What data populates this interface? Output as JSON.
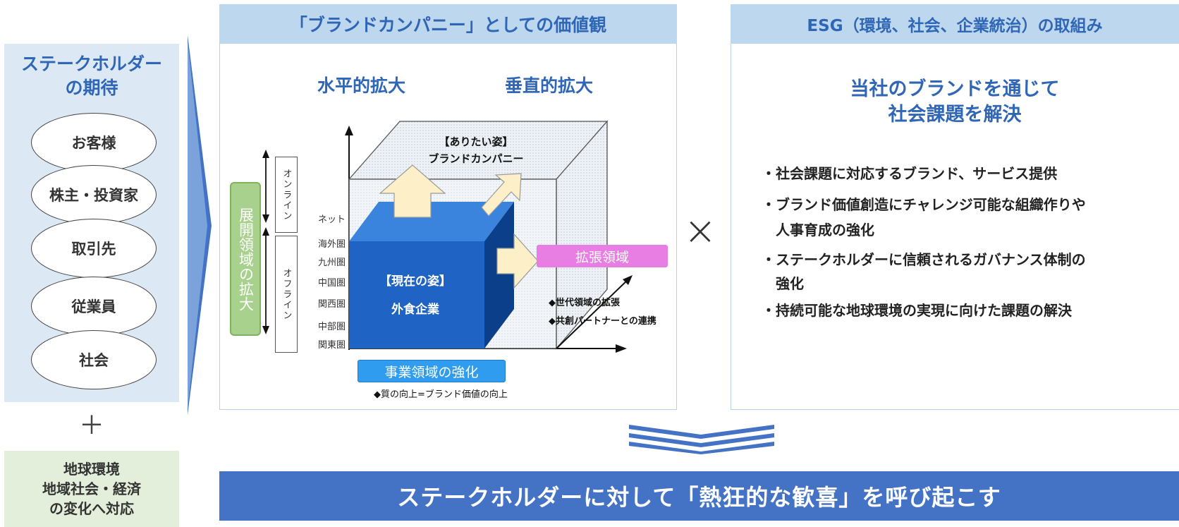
{
  "stakeholders": {
    "title_line1": "ステークホルダー",
    "title_line2": "の期待",
    "items": [
      "お客様",
      "株主・投資家",
      "取引先",
      "従業員",
      "社会"
    ],
    "plus": "＋",
    "environment": [
      "地球環境",
      "地域社会・経済",
      "の変化へ対応"
    ]
  },
  "values_panel": {
    "header": "「ブランドカンパニー」としての価値観",
    "horizontal": "水平的拡大",
    "vertical": "垂直的拡大",
    "expand_label": "展開領域の拡大",
    "online": "オンライン",
    "offline": "オフライン",
    "regions": [
      "ネット",
      "海外圏",
      "九州圏",
      "中国圏",
      "関西圏",
      "中部圏",
      "関東圏"
    ],
    "ideal_line1": "【ありたい姿】",
    "ideal_line2": "ブランドカンパニー",
    "current_line1": "【現在の姿】",
    "current_line2": "外食企業",
    "extension": "拡張領域",
    "generation": "◆世代領域の拡張",
    "partner": "◆共創パートナーとの連携",
    "business": "事業領域の強化",
    "quality": "◆質の向上=ブランド価値の向上"
  },
  "times": "×",
  "esg_panel": {
    "header": "ESG（環境、社会、企業統治）の取組み",
    "sub_line1": "当社のブランドを通じて",
    "sub_line2": "社会課題を解決",
    "bullets": [
      "・社会課題に対応するブランド、サービス提供",
      "・ブランド価値創造にチャレンジ可能な組織作りや",
      "　人事育成の強化",
      "・ステークホルダーに信頼されるガバナンス体制の",
      "　強化",
      "・持続可能な地球環境の実現に向けた課題の解決"
    ]
  },
  "banner": "ステークホルダーに対して「熱狂的な歓喜」を呼び起こす",
  "colors": {
    "accent_blue": "#2f66b6",
    "header_bg": "#bdd7ee",
    "banner_bg": "#4472c4",
    "cube_blue": "#1f63c4",
    "extension_pink": "#e87de3",
    "expand_green": "#a9d18e"
  }
}
